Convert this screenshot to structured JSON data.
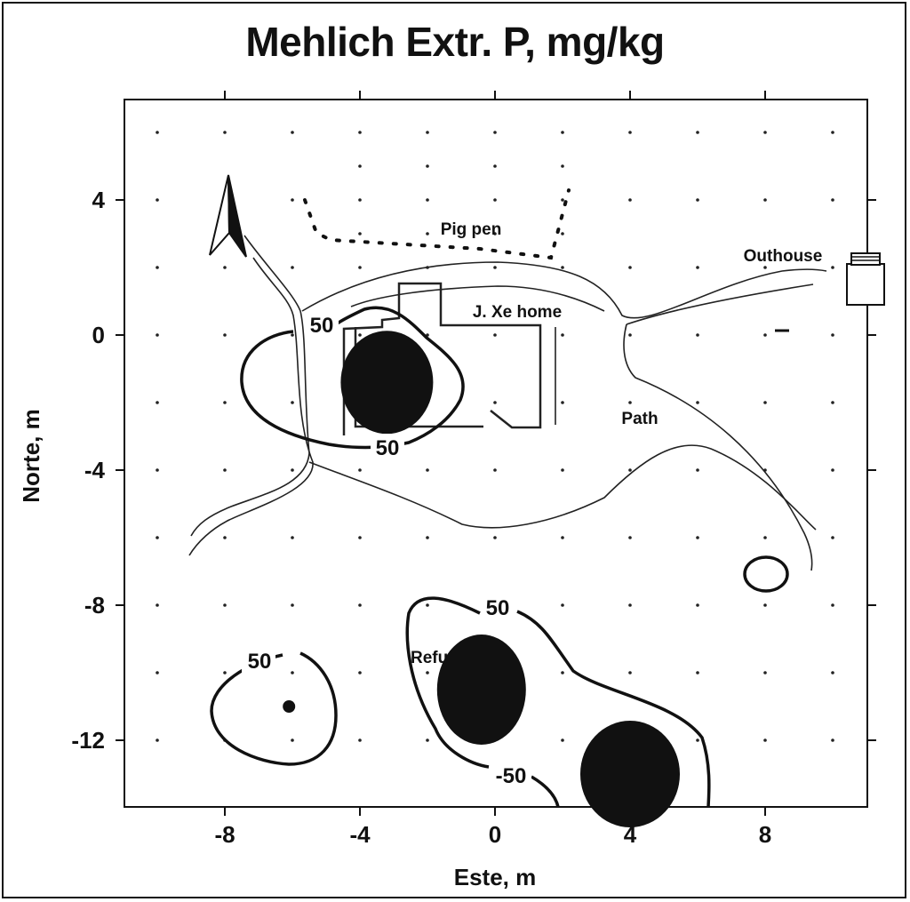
{
  "chart_data": {
    "type": "contour",
    "title": "Mehlich Extr. P, mg/kg",
    "xlabel": "Este, m",
    "ylabel": "Norte, m",
    "xlim": [
      -11,
      11
    ],
    "ylim": [
      -14,
      7
    ],
    "xticks": [
      -8,
      -4,
      0,
      4,
      8
    ],
    "yticks": [
      4,
      0,
      -4,
      -8,
      -12
    ],
    "xtick_labels": [
      "-8",
      "-4",
      "0",
      "4",
      "8"
    ],
    "ytick_labels": [
      "4",
      "0",
      "-4",
      "-8",
      "-12"
    ],
    "contour_level": 50,
    "contour_labels": [
      "50",
      "50",
      "50",
      "50",
      "-50"
    ],
    "annotations": [
      "Pig pen",
      "J. Xe home",
      "Outhouse",
      "Path",
      "Refu"
    ],
    "hotspots": [
      {
        "x": -3.2,
        "y": -1.4
      },
      {
        "x": -0.4,
        "y": -10.5
      },
      {
        "x": 4.0,
        "y": -13.0
      },
      {
        "x": -6.1,
        "y": -11.0
      }
    ],
    "grid": false
  },
  "colors": {
    "ink": "#111111",
    "background": "#ffffff"
  }
}
